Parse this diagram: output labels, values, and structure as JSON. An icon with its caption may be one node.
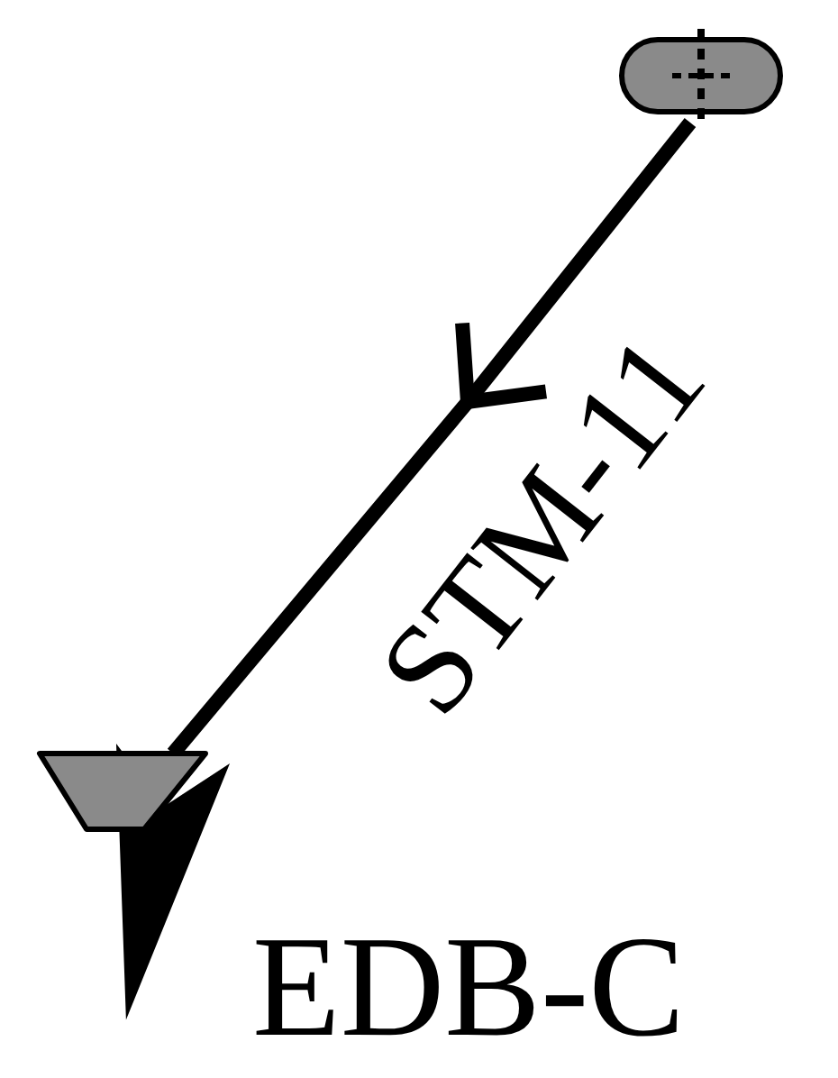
{
  "diagram": {
    "nodes": [
      {
        "text": [],
        "shape": "capsule"
      },
      {
        "text": [],
        "shape": "triangle",
        "beside": [
          "EDB-C"
        ]
      }
    ],
    "edges": [
      {
        "from": 0,
        "to": 1,
        "arrow": "to",
        "label": "STM-11"
      }
    ]
  }
}
